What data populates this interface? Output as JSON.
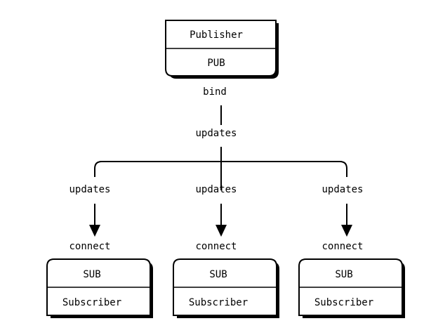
{
  "publisher": {
    "name": "Publisher",
    "socket": "PUB",
    "action": "bind"
  },
  "trunk_label": "updates",
  "subscribers": [
    {
      "flow_label": "updates",
      "action": "connect",
      "socket": "SUB",
      "name": "Subscriber"
    },
    {
      "flow_label": "updates",
      "action": "connect",
      "socket": "SUB",
      "name": "Subscriber"
    },
    {
      "flow_label": "updates",
      "action": "connect",
      "socket": "SUB",
      "name": "Subscriber"
    }
  ],
  "colors": {
    "ink": "#000000",
    "paper": "#ffffff"
  }
}
